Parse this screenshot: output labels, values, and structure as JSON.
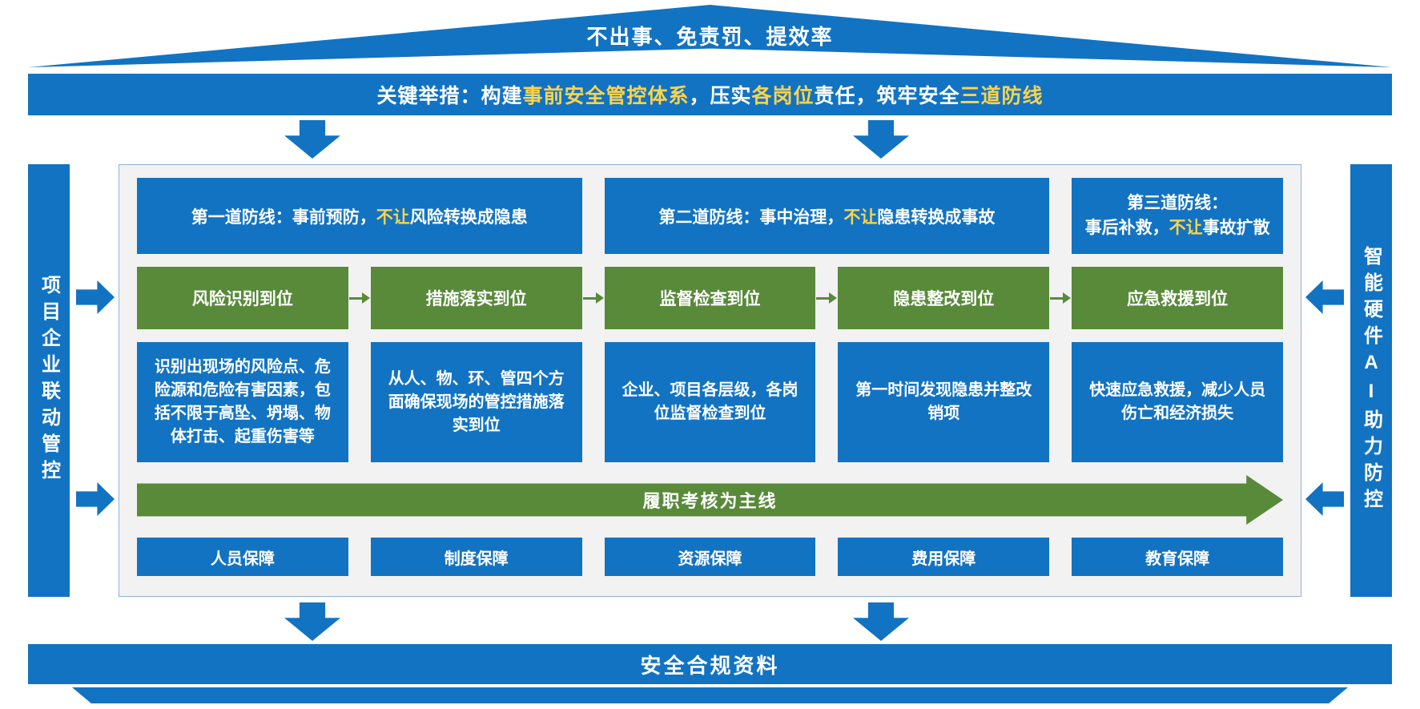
{
  "colors": {
    "blue": "#1273c2",
    "green": "#588a3a",
    "yellow": "#ffd34a",
    "panel_bg": "#f2f2f2",
    "panel_border": "#8fb3d9"
  },
  "roof": {
    "title": "不出事、免责罚、提效率"
  },
  "key_measures": {
    "part1": "关键举措：构建",
    "highlight1": "事前安全管控体系",
    "part2": "，压实",
    "highlight2": "各岗位",
    "part3": "责任，筑牢安全",
    "highlight3": "三道防线"
  },
  "left_bar": {
    "label": "项目企业联动管控"
  },
  "right_bar": {
    "label": "智能硬件AI助力防控"
  },
  "defense_lines": [
    {
      "prefix": "第一道防线：事前预防，",
      "highlight": "不让",
      "suffix": "风险转换成隐患"
    },
    {
      "prefix": "第二道防线：事中治理，",
      "highlight": "不让",
      "suffix": "隐患转换成事故"
    },
    {
      "line1": "第三道防线：",
      "prefix": "事后补救，",
      "highlight": "不让",
      "suffix": "事故扩散"
    }
  ],
  "steps": [
    {
      "label": "风险识别到位"
    },
    {
      "label": "措施落实到位"
    },
    {
      "label": "监督检查到位"
    },
    {
      "label": "隐患整改到位"
    },
    {
      "label": "应急救援到位"
    }
  ],
  "details": [
    {
      "text": "识别出现场的风险点、危险源和危险有害因素，包括不限于高坠、坍塌、物体打击、起重伤害等"
    },
    {
      "text": "从人、物、环、管四个方面确保现场的管控措施落实到位"
    },
    {
      "text": "企业、项目各层级，各岗位监督检查到位"
    },
    {
      "text": "第一时间发现隐患并整改销项"
    },
    {
      "text": "快速应急救援，减少人员伤亡和经济损失"
    }
  ],
  "main_line": {
    "label": "履职考核为主线"
  },
  "guarantees": [
    {
      "label": "人员保障"
    },
    {
      "label": "制度保障"
    },
    {
      "label": "资源保障"
    },
    {
      "label": "费用保障"
    },
    {
      "label": "教育保障"
    }
  ],
  "bottom_banner": {
    "label": "安全合规资料"
  },
  "icons": {
    "down_arrow": "▼",
    "flow_arrow": "→",
    "arrow_into_panel_left": "►",
    "arrow_into_panel_right": "◄"
  }
}
